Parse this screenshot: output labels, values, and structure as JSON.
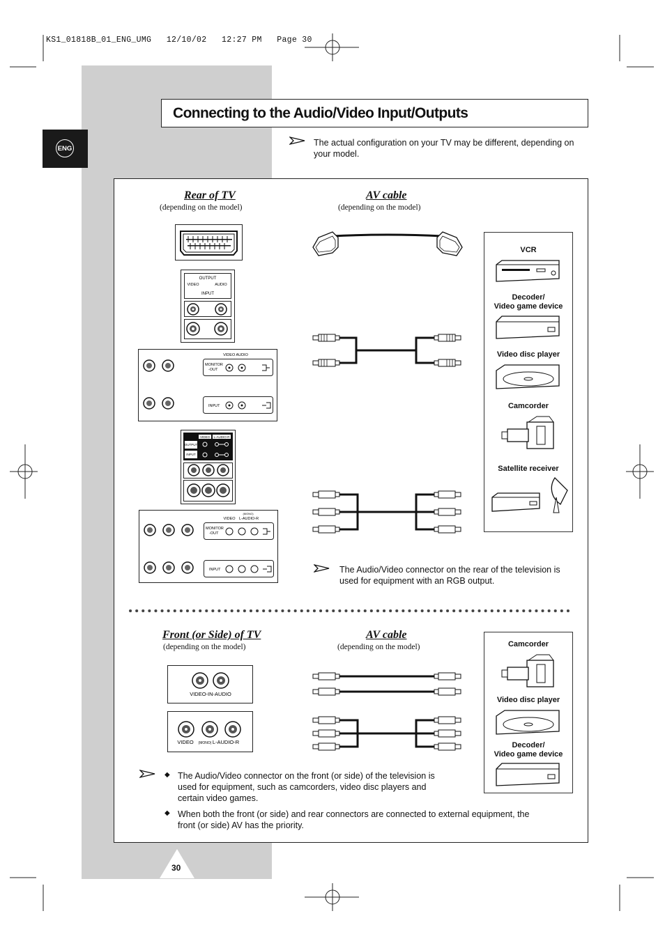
{
  "header": {
    "print_info": "KS1_01818B_01_ENG_UMG   12/10/02   12:27 PM   Page 30"
  },
  "title": "Connecting to the Audio/Video Input/Outputs",
  "lang_tab": "ENG",
  "intro_note": "The actual configuration on your TV may be different, depending on your model.",
  "rear_section": {
    "heading_left": "Rear of TV",
    "sub_left": "(depending on the model)",
    "heading_right": "AV cable",
    "sub_right": "(depending on the model)",
    "panel_labels": {
      "output": "OUTPUT",
      "input": "INPUT",
      "video": "VIDEO",
      "audio": "AUDIO",
      "video_audio": "VIDEO AUDIO",
      "monitor_out": "MONITOR\n-OUT",
      "output_caps": "OUTPUT",
      "input_caps": "INPUT",
      "l_audio_r": "L-AUDIO-R",
      "mono": "(MONO)"
    },
    "devices": [
      {
        "label": "VCR",
        "icon": "vcr-icon"
      },
      {
        "label": "Decoder/\nVideo game device",
        "icon": "decoder-icon"
      },
      {
        "label": "Video disc player",
        "icon": "disc-player-icon"
      },
      {
        "label": "Camcorder",
        "icon": "camcorder-icon"
      },
      {
        "label": "Satellite receiver",
        "icon": "satellite-receiver-icon"
      }
    ],
    "note": "The Audio/Video connector on the rear of the television is used for equipment with an RGB output."
  },
  "front_section": {
    "heading_left": "Front (or Side) of TV",
    "sub_left": "(depending on the model)",
    "heading_right": "AV cable",
    "sub_right": "(depending on the model)",
    "panel1_label": "VIDEO-IN-AUDIO",
    "panel2_video": "VIDEO",
    "panel2_mono": "(MONO)",
    "panel2_audio": "L-AUDIO-R",
    "devices": [
      {
        "label": "Camcorder",
        "icon": "camcorder-icon"
      },
      {
        "label": "Video disc player",
        "icon": "disc-player-icon"
      },
      {
        "label": "Decoder/\nVideo game device",
        "icon": "decoder-icon"
      }
    ],
    "bullets": [
      "The Audio/Video connector on the front (or side) of the television is used for equipment, such as camcorders, video disc players and certain video games.",
      "When both the front (or side) and rear connectors are connected to external equipment, the front (or side) AV has the priority."
    ]
  },
  "page_number": "30"
}
